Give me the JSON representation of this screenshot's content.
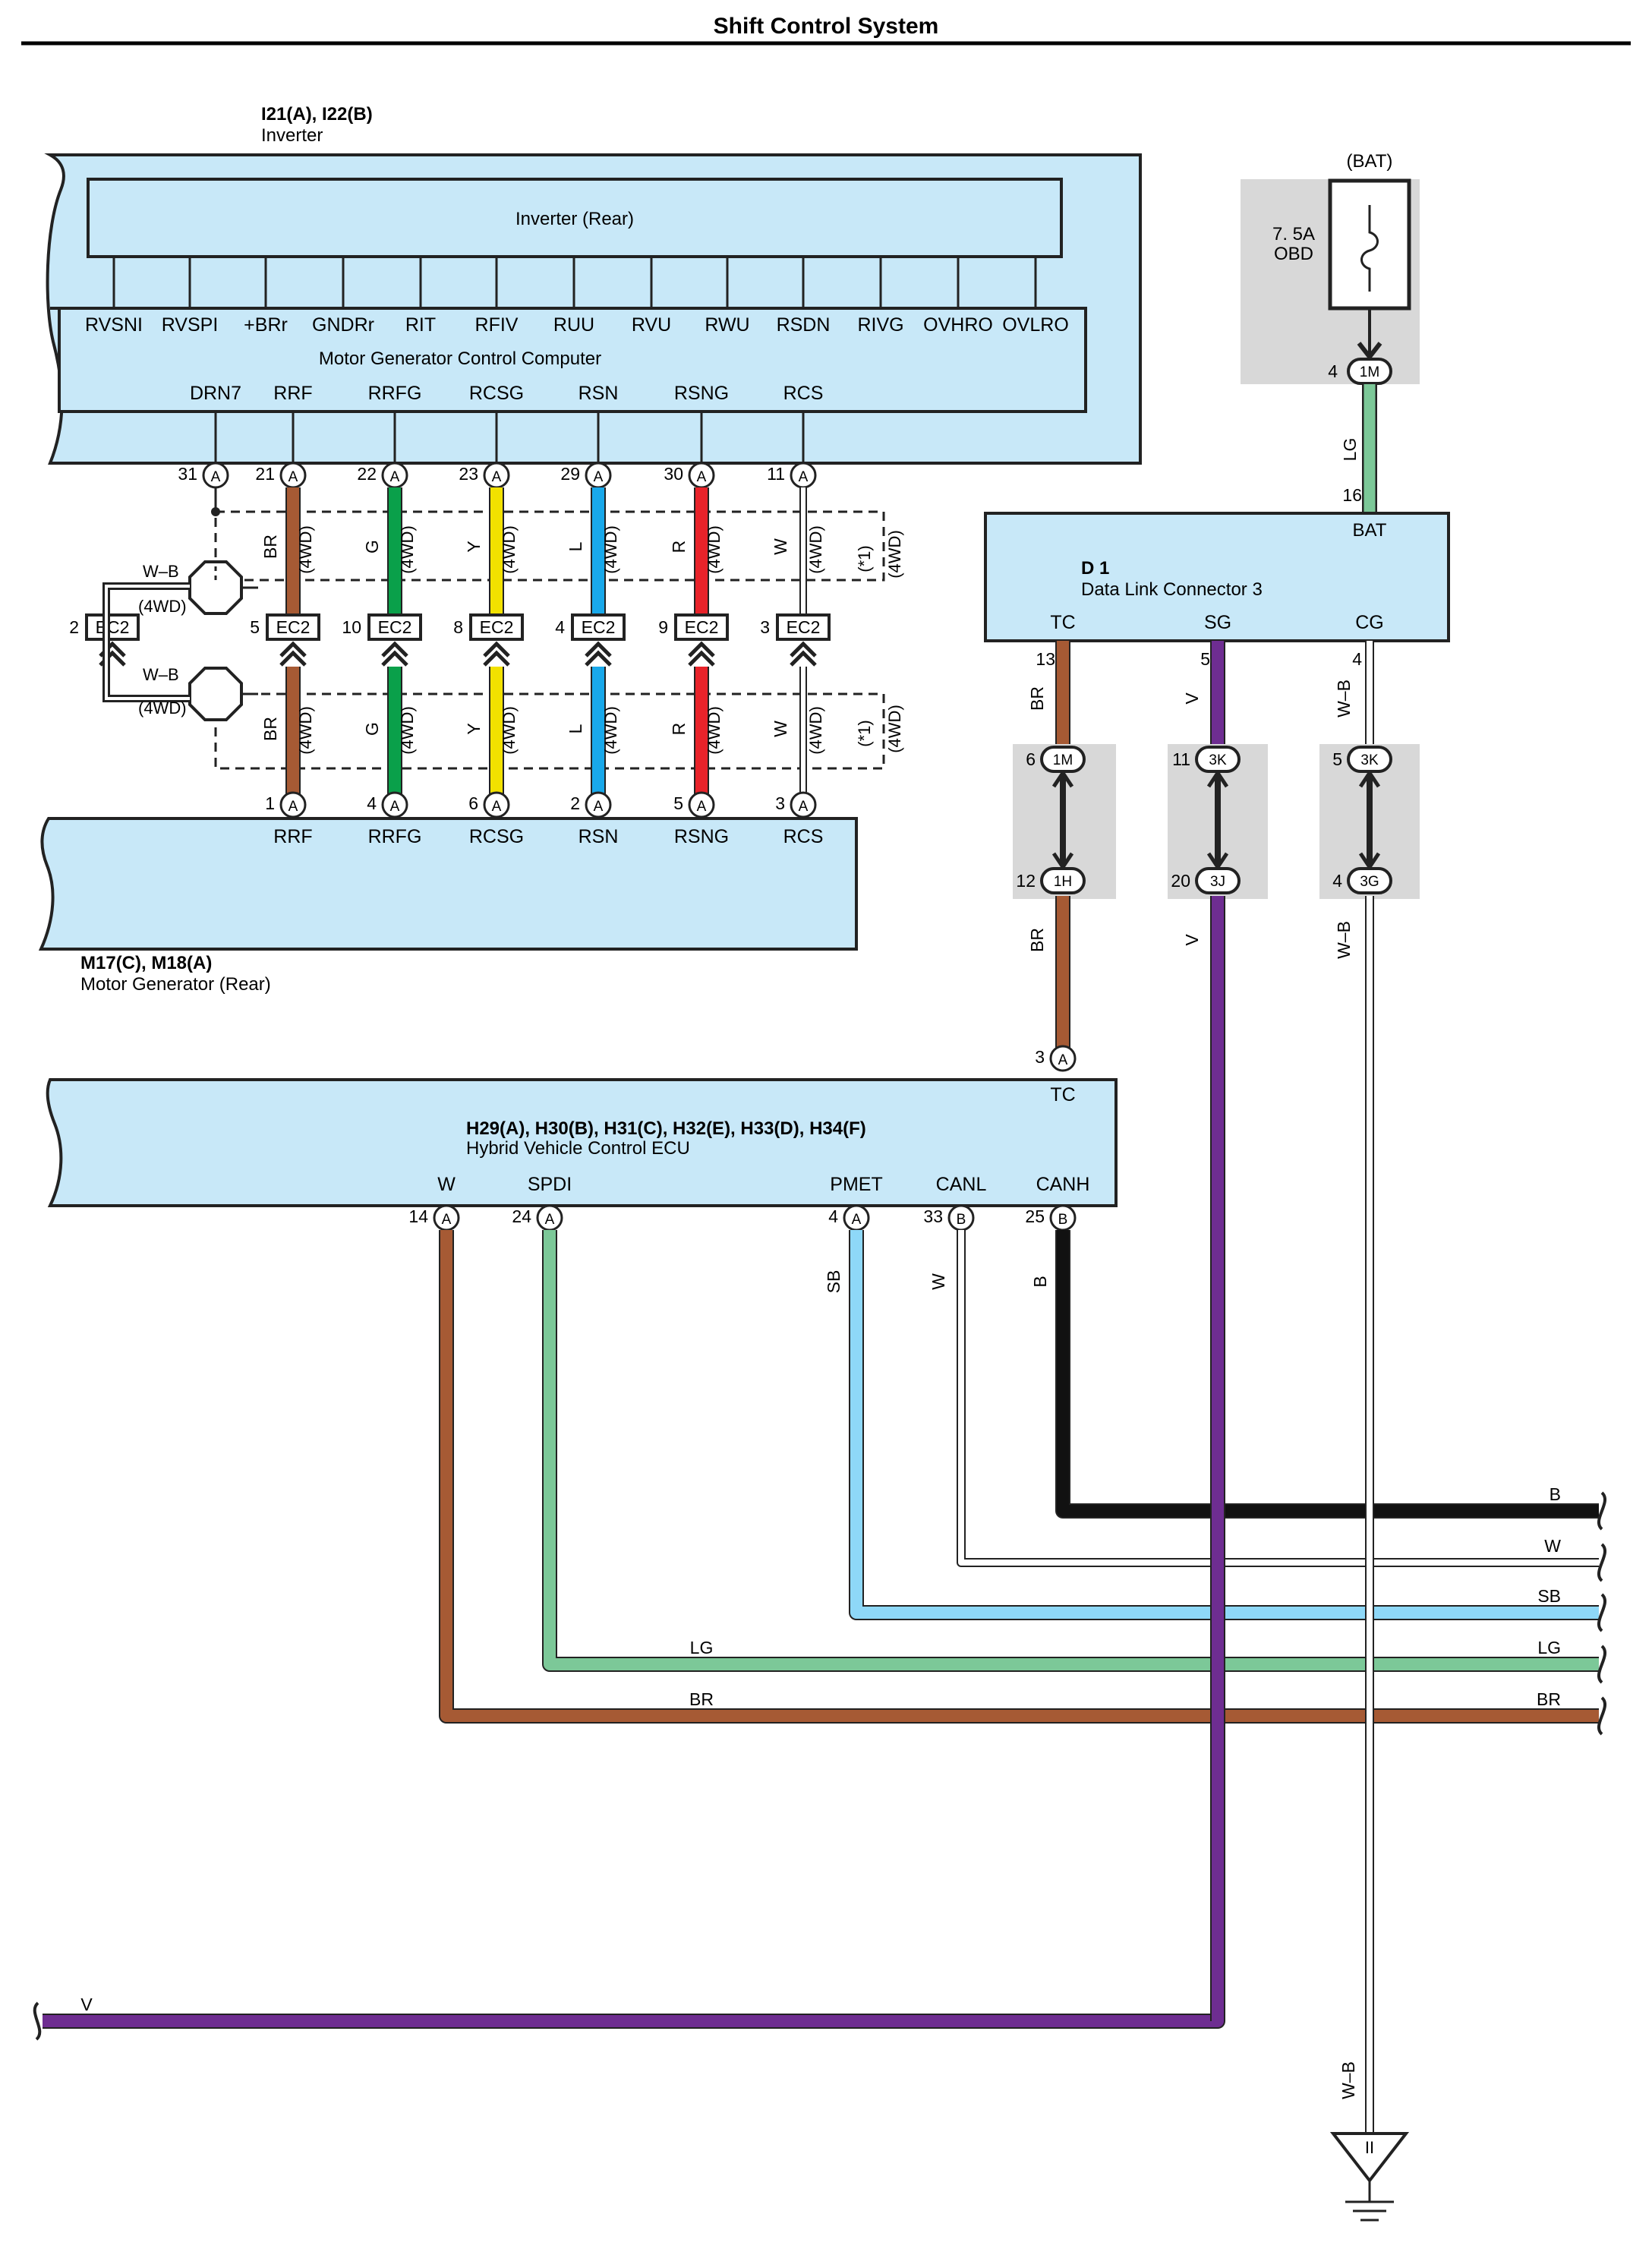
{
  "title": "Shift Control System",
  "inverter": {
    "codes": "I21(A), I22(B)",
    "name": "Inverter",
    "inner": "Inverter (Rear)",
    "computer": "Motor Generator Control Computer",
    "top_pins": [
      "RVSNI",
      "RVSPI",
      "+BRr",
      "GNDRr",
      "RIT",
      "RFIV",
      "RUU",
      "RVU",
      "RWU",
      "RSDN",
      "RIVG",
      "OVHRO",
      "OVLRO"
    ],
    "bottom_pins": [
      {
        "name": "DRN7",
        "num": "31",
        "conn": "A",
        "wire": ""
      },
      {
        "name": "RRF",
        "num": "21",
        "conn": "A",
        "wire": "BR"
      },
      {
        "name": "RRFG",
        "num": "22",
        "conn": "A",
        "wire": "G"
      },
      {
        "name": "RCSG",
        "num": "23",
        "conn": "A",
        "wire": "Y"
      },
      {
        "name": "RSN",
        "num": "29",
        "conn": "A",
        "wire": "L"
      },
      {
        "name": "RSNG",
        "num": "30",
        "conn": "A",
        "wire": "R"
      },
      {
        "name": "RCS",
        "num": "11",
        "conn": "A",
        "wire": "W"
      }
    ]
  },
  "ec2": {
    "label": "EC2",
    "pins": [
      "2",
      "5",
      "10",
      "8",
      "4",
      "9",
      "3"
    ],
    "shield_wire": "W–B",
    "fourwd": "(4WD)",
    "note": "(*1)"
  },
  "motor_gen": {
    "codes": "M17(C), M18(A)",
    "name": "Motor Generator (Rear)",
    "pins": [
      {
        "name": "RRF",
        "num": "1",
        "conn": "A"
      },
      {
        "name": "RRFG",
        "num": "4",
        "conn": "A"
      },
      {
        "name": "RCSG",
        "num": "6",
        "conn": "A"
      },
      {
        "name": "RSN",
        "num": "2",
        "conn": "A"
      },
      {
        "name": "RSNG",
        "num": "5",
        "conn": "A"
      },
      {
        "name": "RCS",
        "num": "3",
        "conn": "A"
      }
    ]
  },
  "fuse": {
    "source": "(BAT)",
    "rating": "7. 5A",
    "name": "OBD",
    "pin_num": "4",
    "conn": "1M",
    "wire": "LG"
  },
  "dlc": {
    "code": "D 1",
    "name": "Data Link Connector 3",
    "bat_label": "BAT",
    "bat_num": "16",
    "pins": [
      {
        "name": "TC",
        "num": "13",
        "wire": "BR"
      },
      {
        "name": "SG",
        "num": "5",
        "wire": "V"
      },
      {
        "name": "CG",
        "num": "4",
        "wire": "W–B"
      }
    ]
  },
  "junctions": [
    {
      "top_num": "6",
      "top_conn": "1M",
      "bot_num": "12",
      "bot_conn": "1H",
      "wire": "BR"
    },
    {
      "top_num": "11",
      "top_conn": "3K",
      "bot_num": "20",
      "bot_conn": "3J",
      "wire": "V"
    },
    {
      "top_num": "5",
      "top_conn": "3K",
      "bot_num": "4",
      "bot_conn": "3G",
      "wire": "W–B"
    }
  ],
  "hv_ecu": {
    "codes": "H29(A), H30(B), H31(C), H32(E), H33(D), H34(F)",
    "name": "Hybrid Vehicle Control ECU",
    "tc": {
      "name": "TC",
      "num": "3",
      "conn": "A"
    },
    "pins": [
      {
        "name": "W",
        "num": "14",
        "conn": "A"
      },
      {
        "name": "SPDI",
        "num": "24",
        "conn": "A"
      },
      {
        "name": "PMET",
        "num": "4",
        "conn": "A",
        "wire": "SB"
      },
      {
        "name": "CANL",
        "num": "33",
        "conn": "B",
        "wire": "W"
      },
      {
        "name": "CANH",
        "num": "25",
        "conn": "B",
        "wire": "B"
      }
    ]
  },
  "outputs": [
    "B",
    "W",
    "SB",
    "LG",
    "BR"
  ],
  "lg_mid": "LG",
  "br_mid": "BR",
  "v_left": "V",
  "ground_wire": "W–B",
  "ground_sym": "II",
  "colors": {
    "panel": "#c8e8f8",
    "gray_box": "#d8d8d8",
    "BR": "#a65a34",
    "G": "#0aa04a",
    "Y": "#f2e100",
    "L": "#18a8ea",
    "R": "#e8232a",
    "W": "#ffffff",
    "LG": "#7cc898",
    "V": "#6e2d91",
    "SB": "#8ed8f8",
    "B": "#111111"
  }
}
